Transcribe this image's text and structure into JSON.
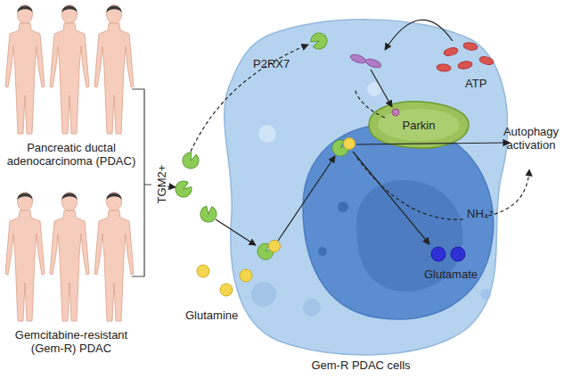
{
  "diagram": {
    "nodes": [
      {
        "text": [
          "Gem-R PDAC cells"
        ]
      },
      {
        "text": [
          "Parkin"
        ],
        "in": 0
      }
    ],
    "labels": [
      "Pancreatic ductal adenocarcinoma (PDAC)",
      "Gemcitabine-resistant (Gem-R) PDAC",
      "TGM2+",
      "P2RX7",
      "ATP",
      "Autophagy activation",
      "NH₄⁺",
      "Glutamate",
      "Glutamine"
    ]
  }
}
